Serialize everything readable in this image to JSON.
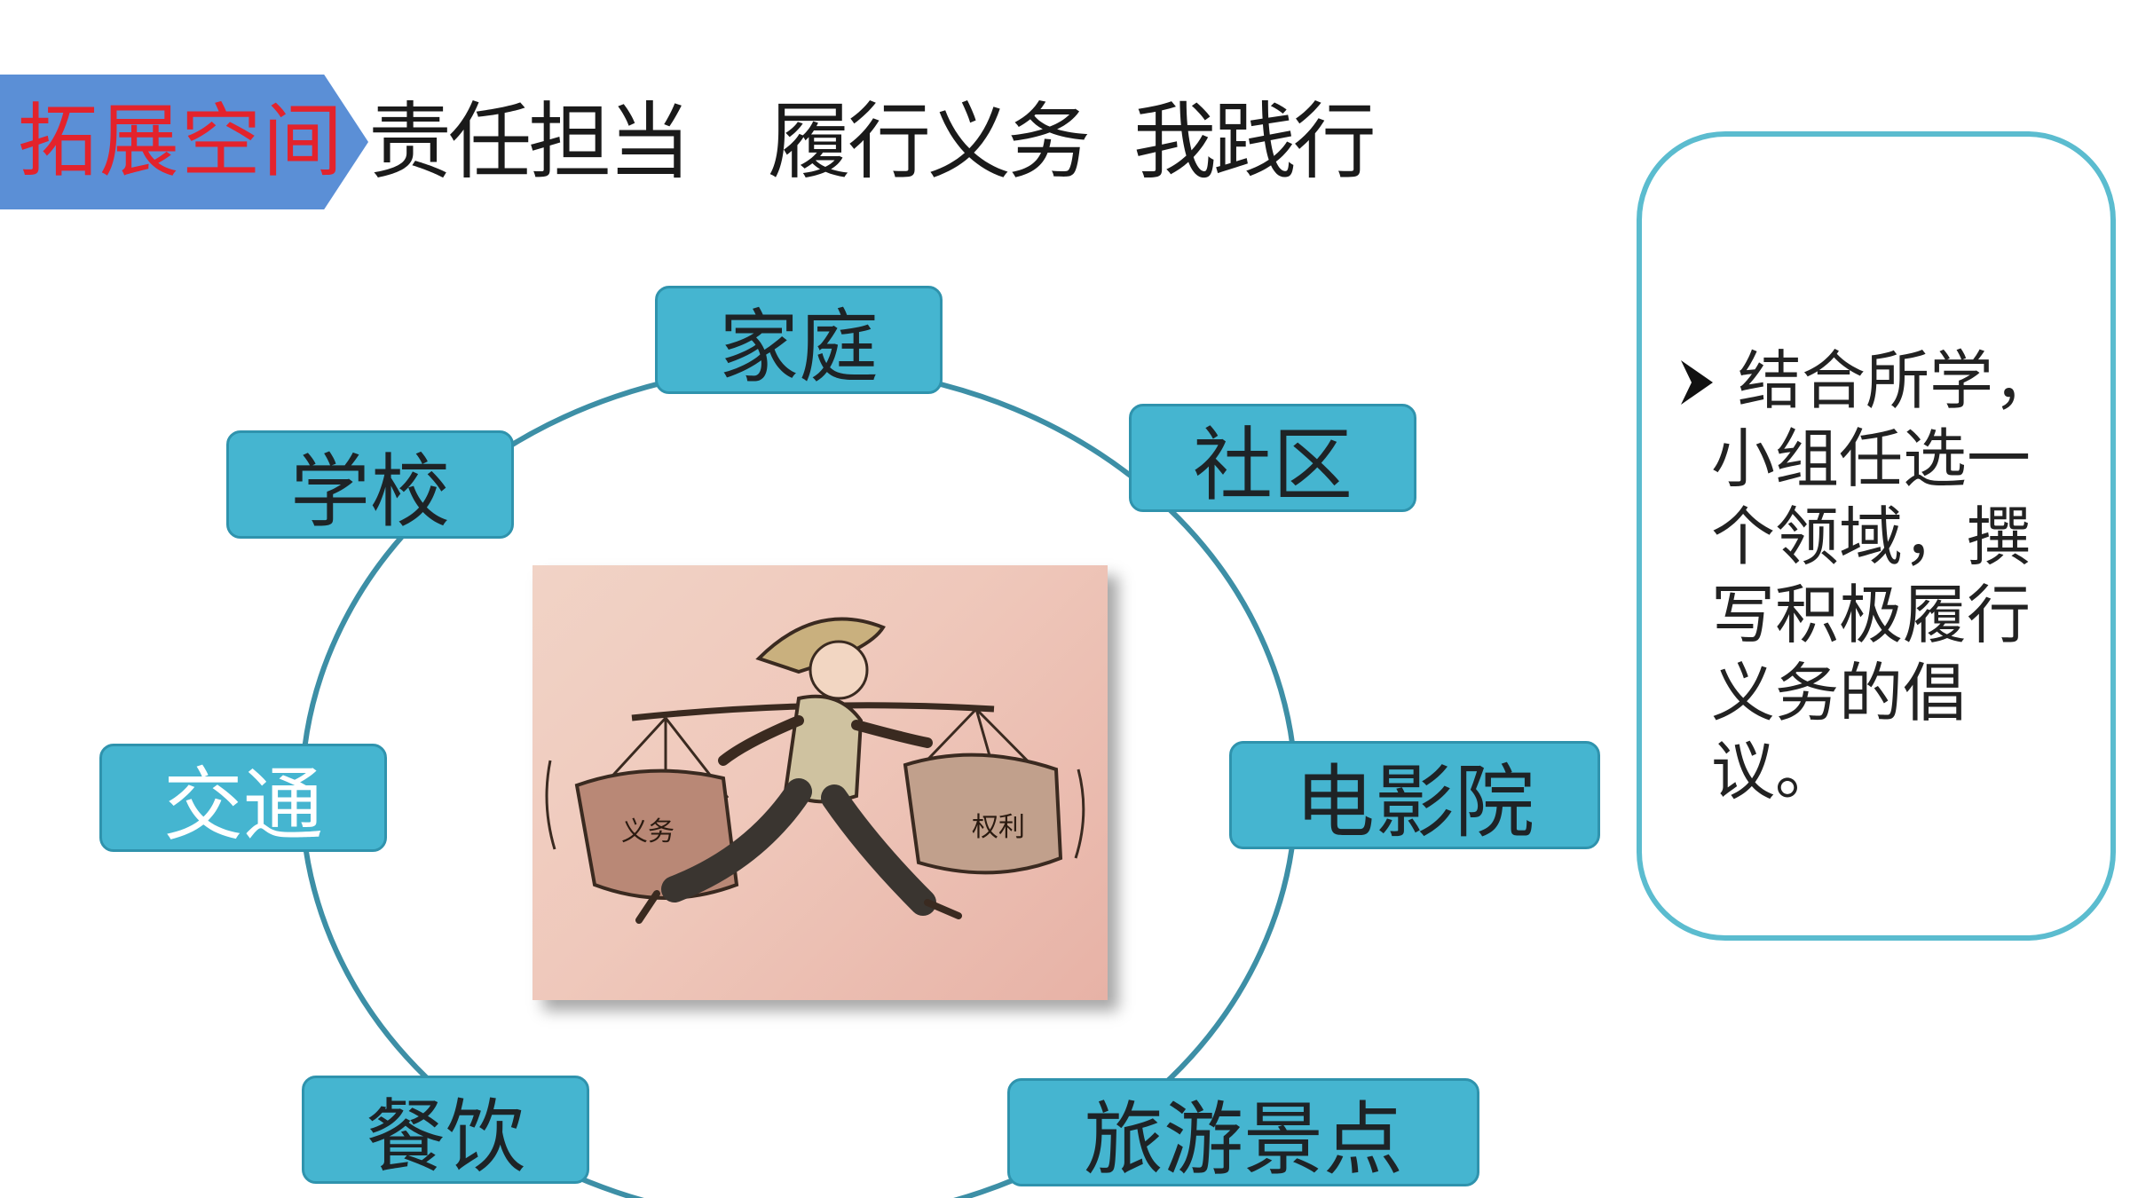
{
  "header": {
    "tag": "拓展空间",
    "title": "责任担当　履行义务  我践行"
  },
  "diagram": {
    "nodes": [
      {
        "id": "family",
        "label": "家庭"
      },
      {
        "id": "community",
        "label": "社区"
      },
      {
        "id": "cinema",
        "label": "电影院"
      },
      {
        "id": "tourism",
        "label": "旅游景点"
      },
      {
        "id": "dining",
        "label": "餐饮"
      },
      {
        "id": "traffic",
        "label": "交通"
      },
      {
        "id": "school",
        "label": "学校"
      }
    ],
    "picture": {
      "left_basket": "义务",
      "right_basket": "权利"
    }
  },
  "panel": {
    "text": "结合所学，小组任选一个领域，撰写积极履行义务的倡议。"
  },
  "colors": {
    "node_fill": "#45b5d0",
    "ring": "#3d8fa6",
    "panel_border": "#5bbccf",
    "tag_fill": "#5b8fd6",
    "tag_text": "#e3232c"
  }
}
